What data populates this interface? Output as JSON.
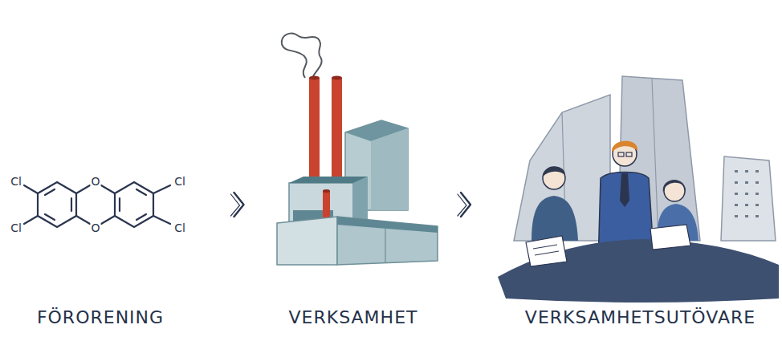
{
  "diagram": {
    "nodes": [
      {
        "text": [
          "FÖRORENING"
        ]
      },
      {
        "text": [
          "VERKSAMHET"
        ]
      },
      {
        "text": [
          "VERKSAMHETSUTÖVARE"
        ]
      }
    ],
    "edges": [
      {
        "from": 0,
        "to": 1,
        "arrow": "to"
      },
      {
        "from": 1,
        "to": 2,
        "arrow": "to"
      }
    ],
    "labels": [
      "Cl",
      "O",
      "Cl",
      "Cl",
      "O",
      "Cl"
    ]
  }
}
